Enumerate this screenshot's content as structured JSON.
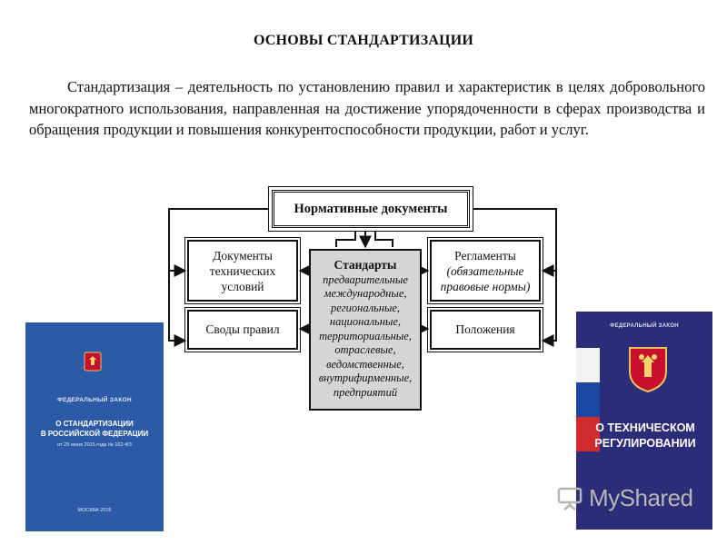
{
  "page": {
    "title": "ОСНОВЫ СТАНДАРТИЗАЦИИ",
    "paragraph": "Стандартизация – деятельность по установлению правил и характеристик в целях добровольного многократного использования, направленная на достижение упорядоченности в сферах производства и обращения продукции и повышения конкурентоспособности продукции, работ и услуг."
  },
  "diagram": {
    "normative_docs": "Нормативные документы",
    "tech_conditions": [
      "Документы",
      "технических",
      "условий"
    ],
    "rules_codes": "Своды правил",
    "standards_title": "Стандарты",
    "standards_types": [
      "предварительные",
      "международные,",
      "региональные,",
      "национальные,",
      "территориальные,",
      "отраслевые,",
      "ведомственные,",
      "внутрифирменные,",
      "предприятий"
    ],
    "regulations_title": "Регламенты",
    "regulations_sub": [
      "(обязательные",
      "правовые нормы)"
    ],
    "provisions": "Положения"
  },
  "book_left": {
    "law_type": "ФЕДЕРАЛЬНЫЙ ЗАКОН",
    "title_lines": [
      "О СТАНДАРТИЗАЦИИ",
      "В РОССИЙСКОЙ ФЕДЕРАЦИИ"
    ],
    "date": "от 29 июня 2015 года № 162-ФЗ",
    "city": "МОСКВА 2015",
    "color": "#2c5aa6"
  },
  "book_right": {
    "law_type": "ФЕДЕРАЛЬНЫЙ ЗАКОН",
    "title_lines": [
      "О ТЕХНИЧЕСКОМ",
      "РЕГУЛИРОВАНИИ"
    ],
    "color": "#2b2d78"
  },
  "watermark": {
    "text": "MyShared",
    "icon": "presentation-board-icon"
  }
}
